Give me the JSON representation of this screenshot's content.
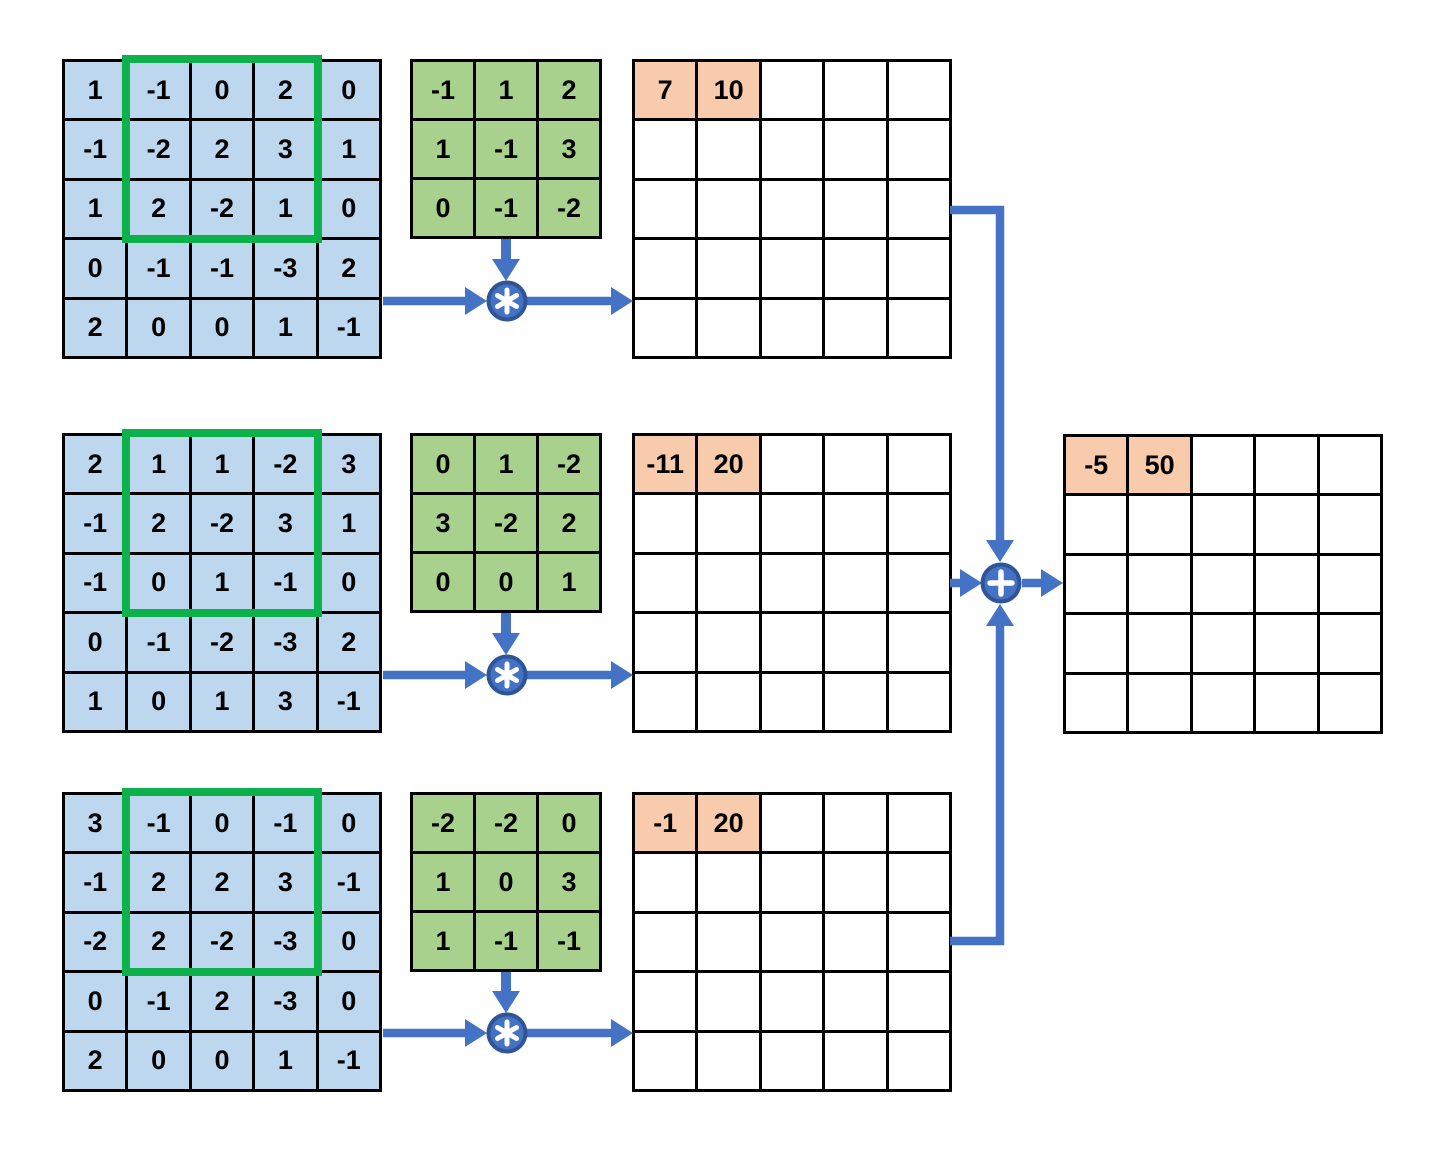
{
  "diagram_type": "multi-channel-2d-convolution",
  "colors": {
    "input_fill": "#BDD7EE",
    "kernel_fill": "#A9D18E",
    "result_fill": "#F8CBAD",
    "highlight": "#0DB14B",
    "arrow": "#4472C4",
    "arrow_dark": "#2F5597",
    "grid_line": "#000000",
    "text": "#000000",
    "background": "#FFFFFF"
  },
  "icons": {
    "convolution_operator": "asterisk-icon",
    "sum_operator": "plus-icon"
  },
  "highlight_region": {
    "rows": "1-3",
    "cols": "2-4"
  },
  "channels": [
    {
      "input": [
        [
          "1",
          "-1",
          "0",
          "2",
          "0"
        ],
        [
          "-1",
          "-2",
          "2",
          "3",
          "1"
        ],
        [
          "1",
          "2",
          "-2",
          "1",
          "0"
        ],
        [
          "0",
          "-1",
          "-1",
          "-3",
          "2"
        ],
        [
          "2",
          "0",
          "0",
          "1",
          "-1"
        ]
      ],
      "kernel": [
        [
          "-1",
          "1",
          "2"
        ],
        [
          "1",
          "-1",
          "3"
        ],
        [
          "0",
          "-1",
          "-2"
        ]
      ],
      "output": [
        [
          "7",
          "10",
          "",
          "",
          ""
        ],
        [
          "",
          "",
          "",
          "",
          ""
        ],
        [
          "",
          "",
          "",
          "",
          ""
        ],
        [
          "",
          "",
          "",
          "",
          ""
        ],
        [
          "",
          "",
          "",
          "",
          ""
        ]
      ]
    },
    {
      "input": [
        [
          "2",
          "1",
          "1",
          "-2",
          "3"
        ],
        [
          "-1",
          "2",
          "-2",
          "3",
          "1"
        ],
        [
          "-1",
          "0",
          "1",
          "-1",
          "0"
        ],
        [
          "0",
          "-1",
          "-2",
          "-3",
          "2"
        ],
        [
          "1",
          "0",
          "1",
          "3",
          "-1"
        ]
      ],
      "kernel": [
        [
          "0",
          "1",
          "-2"
        ],
        [
          "3",
          "-2",
          "2"
        ],
        [
          "0",
          "0",
          "1"
        ]
      ],
      "output": [
        [
          "-11",
          "20",
          "",
          "",
          ""
        ],
        [
          "",
          "",
          "",
          "",
          ""
        ],
        [
          "",
          "",
          "",
          "",
          ""
        ],
        [
          "",
          "",
          "",
          "",
          ""
        ],
        [
          "",
          "",
          "",
          "",
          ""
        ]
      ]
    },
    {
      "input": [
        [
          "3",
          "-1",
          "0",
          "-1",
          "0"
        ],
        [
          "-1",
          "2",
          "2",
          "3",
          "-1"
        ],
        [
          "-2",
          "2",
          "-2",
          "-3",
          "0"
        ],
        [
          "0",
          "-1",
          "2",
          "-3",
          "0"
        ],
        [
          "2",
          "0",
          "0",
          "1",
          "-1"
        ]
      ],
      "kernel": [
        [
          "-2",
          "-2",
          "0"
        ],
        [
          "1",
          "0",
          "3"
        ],
        [
          "1",
          "-1",
          "-1"
        ]
      ],
      "output": [
        [
          "-1",
          "20",
          "",
          "",
          ""
        ],
        [
          "",
          "",
          "",
          "",
          ""
        ],
        [
          "",
          "",
          "",
          "",
          ""
        ],
        [
          "",
          "",
          "",
          "",
          ""
        ],
        [
          "",
          "",
          "",
          "",
          ""
        ]
      ]
    }
  ],
  "final_output": [
    [
      "-5",
      "50",
      "",
      "",
      ""
    ],
    [
      "",
      "",
      "",
      "",
      ""
    ],
    [
      "",
      "",
      "",
      "",
      ""
    ],
    [
      "",
      "",
      "",
      "",
      ""
    ],
    [
      "",
      "",
      "",
      "",
      ""
    ]
  ]
}
